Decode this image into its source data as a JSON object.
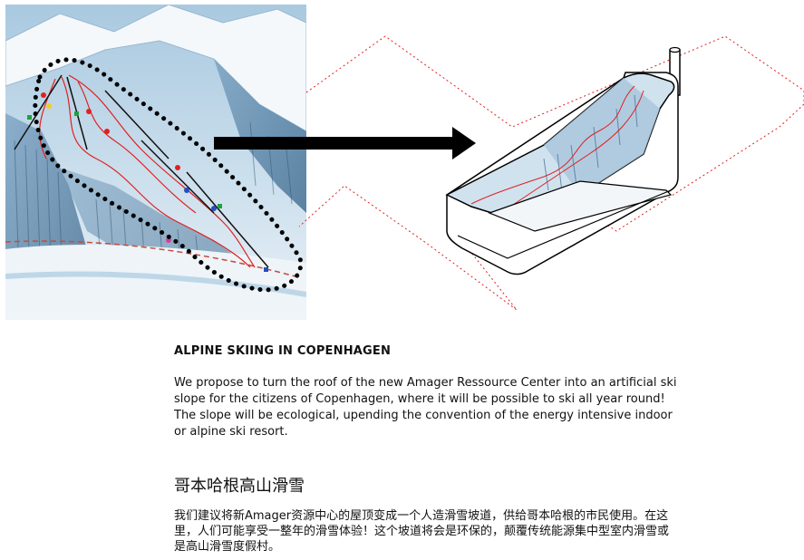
{
  "heading_en": "ALPINE SKIING IN COPENHAGEN",
  "body_en": "We propose to turn the roof of the new Amager Ressource Center into an artificial ski slope for the citizens of Copenhagen, where it will be possible to ski all year round! The slope will be ecological, upending the convention of the energy intensive indoor or alpine ski resort.",
  "heading_cn": "哥本哈根高山滑雪",
  "body_cn": "我们建议将新Amager资源中心的屋顶变成一个人造滑雪坡道，供给哥本哈根的市民使用。在这里，人们可能享受一整年的滑雪体验！这个坡道将会是环保的，颠覆传统能源集中型室内滑雪或是高山滑雪度假村。",
  "colors": {
    "route_red": "#e02020",
    "outline": "#000000",
    "snow": "#e8f2f8",
    "rock": "#5f86a8",
    "arrow": "#000000"
  }
}
